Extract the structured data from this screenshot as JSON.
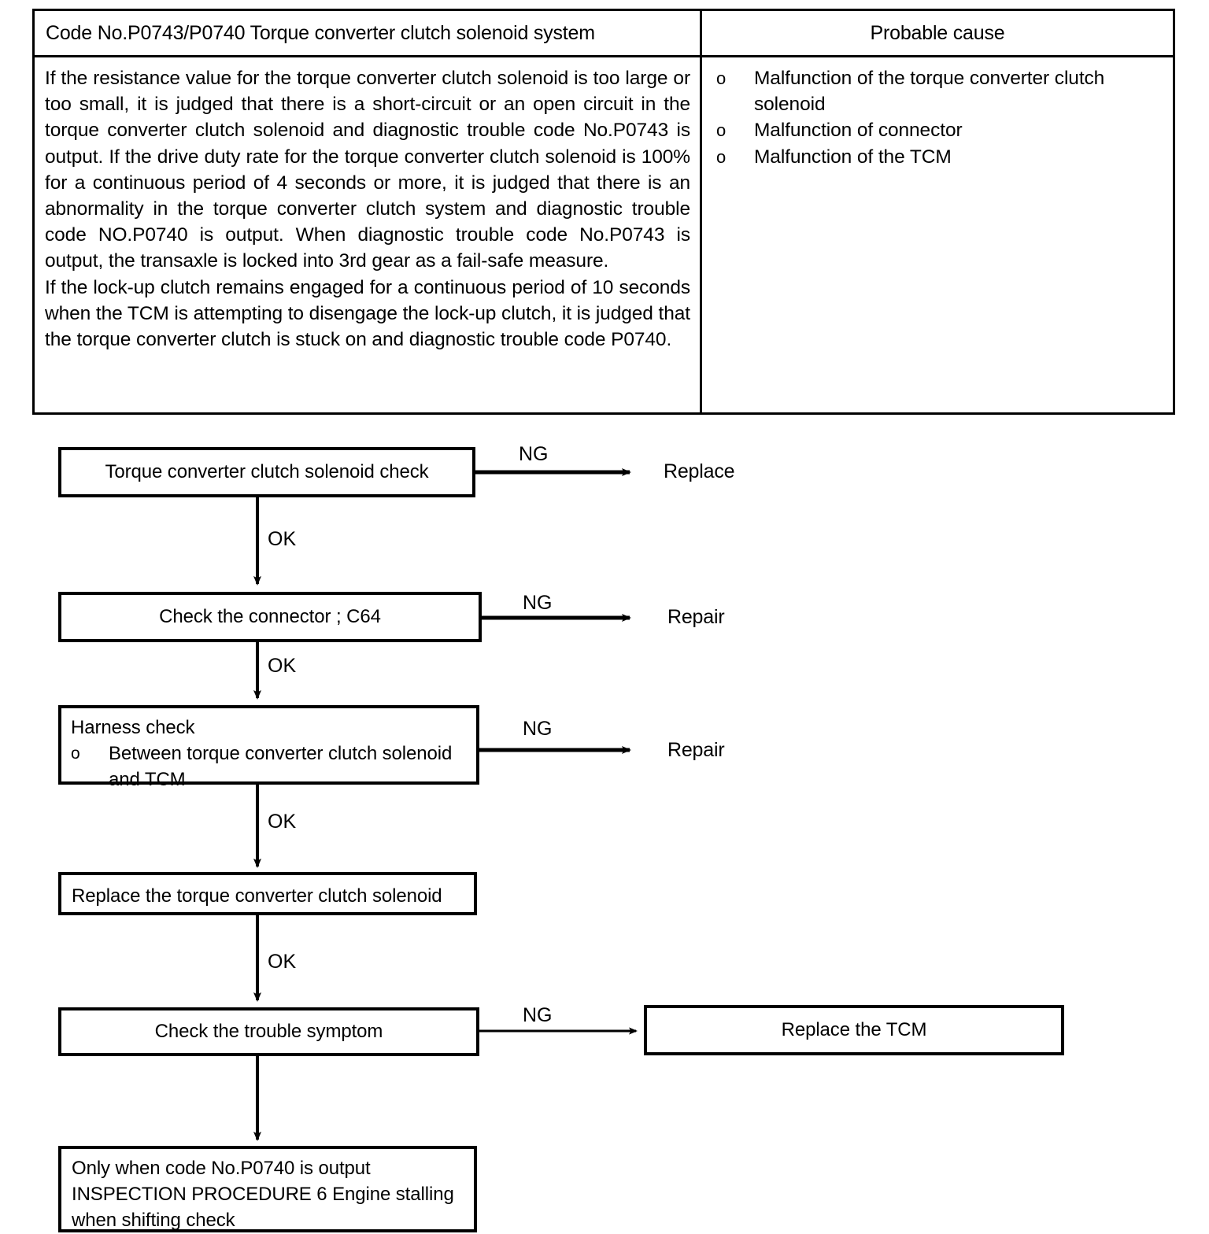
{
  "table": {
    "header": {
      "code_title": "Code No.P0743/P0740 Torque converter clutch solenoid system",
      "cause_title": "Probable cause"
    },
    "description_paragraphs": [
      "If the resistance value for the torque converter clutch solenoid is too large or too small, it is judged that there is a short-circuit or an open circuit in the torque converter clutch solenoid and diagnostic trouble code No.P0743 is output. If the drive duty rate for the torque converter clutch solenoid is 100% for a continuous period of 4 seconds or more, it is judged that there is an abnormality in the torque converter clutch system and diagnostic trouble code NO.P0740 is output. When diagnostic trouble code No.P0743 is output, the transaxle is locked into 3rd gear as a fail-safe measure.",
      "If the lock-up clutch remains engaged for a continuous period of 10 seconds when the TCM is attempting to disengage the lock-up clutch, it is judged that the torque converter clutch is stuck on and diagnostic trouble code P0740."
    ],
    "probable_causes": [
      {
        "bullet": "o",
        "text": "Malfunction of the torque converter clutch solenoid"
      },
      {
        "bullet": "o",
        "text": "Malfunction of connector"
      },
      {
        "bullet": "o",
        "text": "Malfunction of the TCM"
      }
    ]
  },
  "flowchart": {
    "steps": [
      {
        "id": "step1",
        "label": "Torque converter clutch solenoid check"
      },
      {
        "id": "step2",
        "label": "Check the connector ; C64"
      },
      {
        "id": "step3",
        "title": "Harness check",
        "bullet": "o",
        "bullet_line1": "Between torque converter clutch solenoid",
        "bullet_line2": "and TCM"
      },
      {
        "id": "step4",
        "label": "Replace the torque converter clutch solenoid"
      },
      {
        "id": "step5",
        "label": "Check the trouble symptom"
      },
      {
        "id": "step6",
        "line1": "Only when code No.P0740 is output",
        "line2": "INSPECTION PROCEDURE 6 Engine stalling",
        "line3": "when shifting check"
      }
    ],
    "branch_labels": {
      "ng1": "NG",
      "ng2": "NG",
      "ng3": "NG",
      "ng4": "NG",
      "ok1": "OK",
      "ok2": "OK",
      "ok3": "OK",
      "ok4": "OK"
    },
    "outcomes": {
      "replace": "Replace",
      "repair1": "Repair",
      "repair2": "Repair",
      "replace_tcm": "Replace the TCM"
    }
  },
  "colors": {
    "ink": "#000000",
    "paper": "#ffffff"
  }
}
